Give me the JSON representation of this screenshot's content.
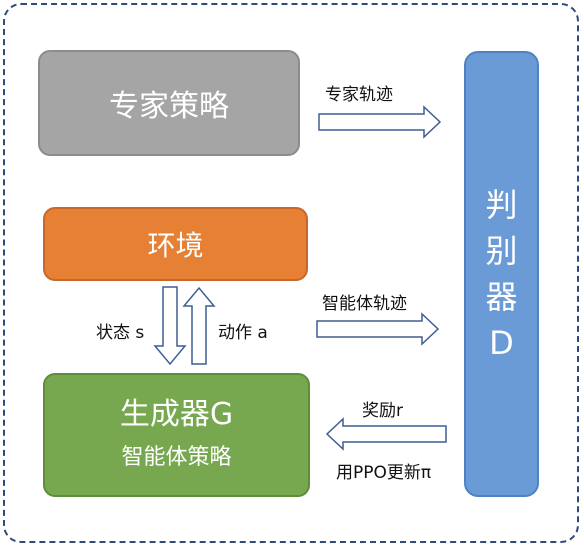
{
  "boxes": {
    "expert_policy": "专家策略",
    "environment": "环境",
    "generator_title": "生成器G",
    "generator_subtitle": "智能体策略",
    "discriminator_chars": [
      "判",
      "别",
      "器",
      "D"
    ]
  },
  "labels": {
    "expert_trajectory": "专家轨迹",
    "agent_trajectory": "智能体轨迹",
    "state": "状态 s",
    "action": "动作 a",
    "reward": "奖励r",
    "update": "用PPO更新π"
  },
  "colors": {
    "expert": "#a5a5a5",
    "environment": "#e58035",
    "generator": "#77a84f",
    "discriminator": "#6a9bd6",
    "arrow_stroke": "#3f5f94",
    "frame": "#2f4b7c"
  }
}
